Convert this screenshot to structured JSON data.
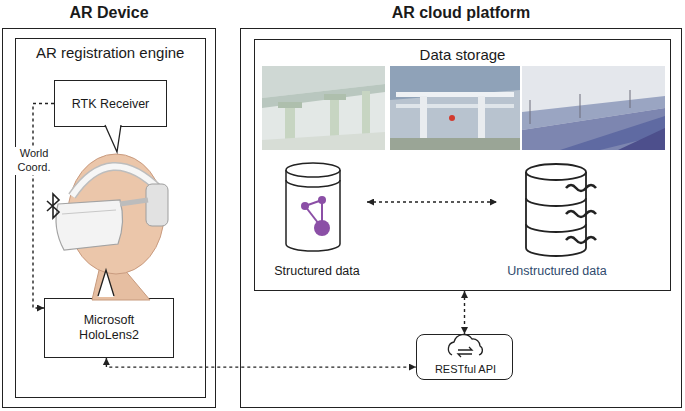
{
  "diagram": {
    "nodes": [
      {
        "text": [
          "AR Device"
        ]
      },
      {
        "text": [
          "AR registration engine"
        ],
        "in": 0
      },
      {
        "text": [
          "RTK Receiver"
        ],
        "in": 1
      },
      {
        "text": [
          "Microsoft HoloLens2"
        ],
        "in": 1
      },
      {
        "text": [
          "AR cloud platform"
        ]
      },
      {
        "text": [
          "Data storage"
        ],
        "in": 4
      },
      {
        "text": [
          "Structured data"
        ],
        "in": 5
      },
      {
        "text": [
          "Unstructured data"
        ],
        "in": 5
      },
      {
        "text": [
          "RESTful API"
        ],
        "in": 4
      }
    ],
    "edges": [
      {
        "from": 2,
        "to": 3,
        "arrow": "to",
        "label": "World Coord."
      },
      {
        "from": 3,
        "to": 8,
        "arrow": "both"
      },
      {
        "from": 5,
        "to": 8,
        "arrow": "both"
      },
      {
        "from": 6,
        "to": 7,
        "arrow": "both"
      }
    ]
  }
}
